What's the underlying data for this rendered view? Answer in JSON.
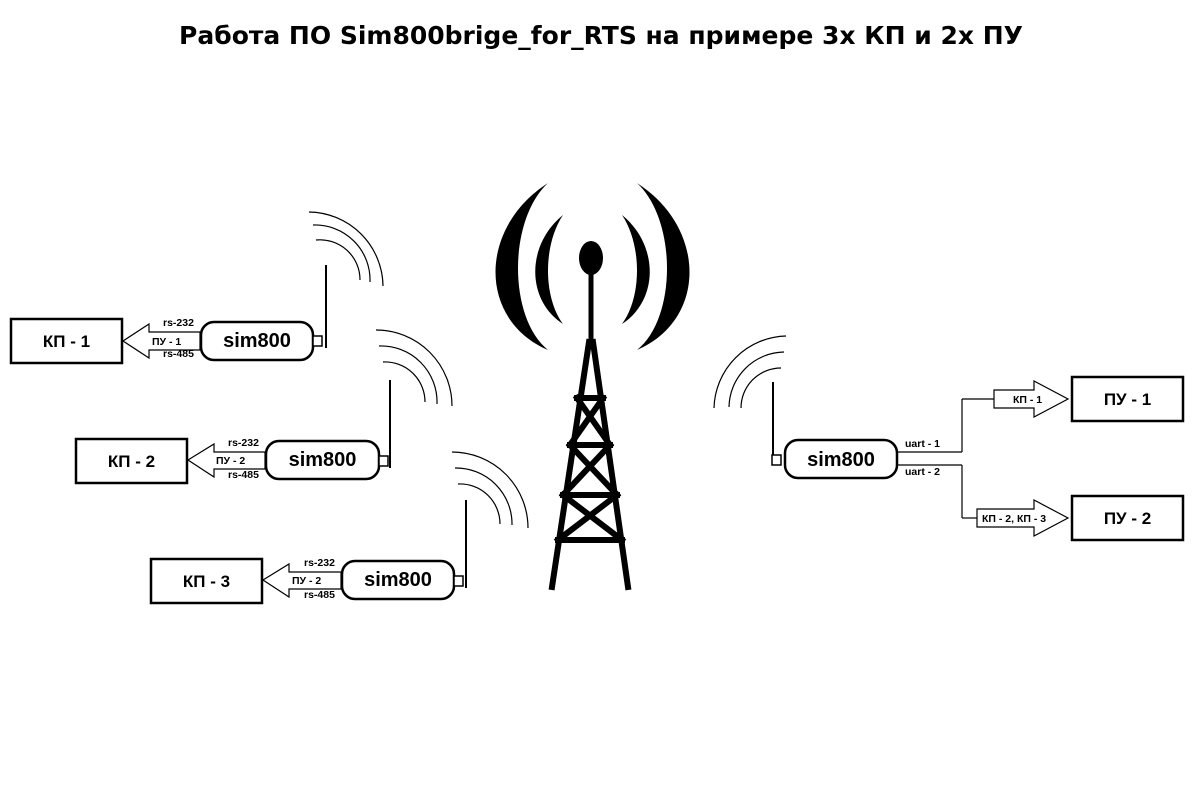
{
  "title": "Работа ПО Sim800brige_for_RTS на примере 3х КП и 2х ПУ",
  "kp_units": [
    {
      "box_label": "КП - 1",
      "modem_label": "sim800",
      "top_tag": "rs-232",
      "arrow_label": "ПУ - 1",
      "bottom_tag": "rs-485"
    },
    {
      "box_label": "КП - 2",
      "modem_label": "sim800",
      "top_tag": "rs-232",
      "arrow_label": "ПУ - 2",
      "bottom_tag": "rs-485"
    },
    {
      "box_label": "КП - 3",
      "modem_label": "sim800",
      "top_tag": "rs-232",
      "arrow_label": "ПУ - 2",
      "bottom_tag": "rs-485"
    }
  ],
  "pu_side": {
    "modem_label": "sim800",
    "uart_top": "uart - 1",
    "uart_bottom": "uart - 2",
    "pu_units": [
      {
        "box_label": "ПУ - 1",
        "arrow_label": "КП - 1"
      },
      {
        "box_label": "ПУ - 2",
        "arrow_label": "КП - 2, КП - 3"
      }
    ]
  },
  "icons": {
    "tower": "cell-tower-icon",
    "antenna": "antenna-icon",
    "signal": "signal-waves-icon"
  },
  "colors": {
    "ink": "#000000",
    "background": "#ffffff"
  }
}
